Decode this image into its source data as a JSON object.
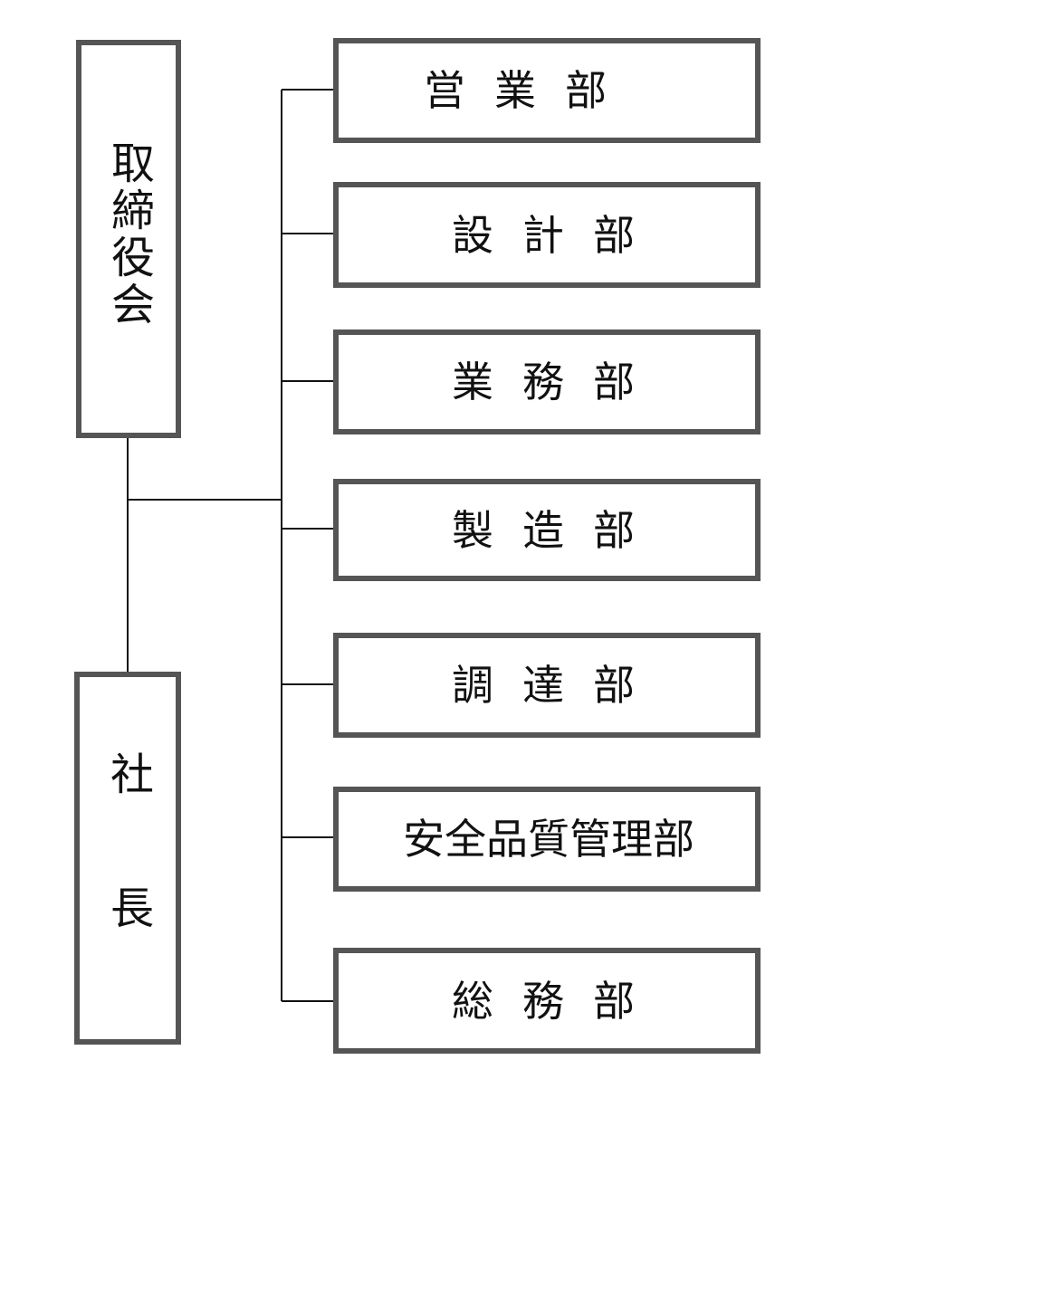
{
  "board": {
    "label": "取締役会"
  },
  "president": {
    "label": "社長"
  },
  "departments": [
    {
      "label": "営業部"
    },
    {
      "label": "設計部"
    },
    {
      "label": "業務部"
    },
    {
      "label": "製造部"
    },
    {
      "label": "調達部"
    },
    {
      "label": "安全品質管理部"
    },
    {
      "label": "総務部"
    }
  ],
  "colors": {
    "box_border": "#555555",
    "line": "#111111",
    "text": "#111111"
  }
}
